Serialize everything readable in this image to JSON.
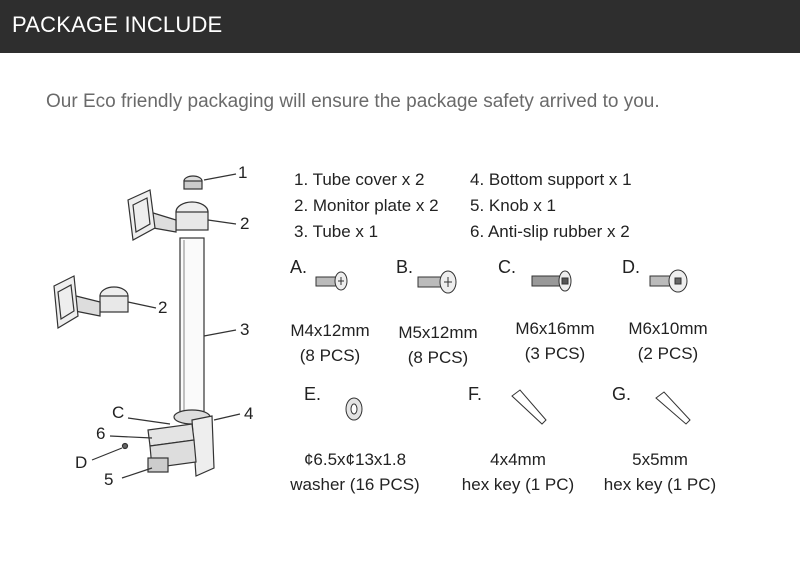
{
  "header": {
    "title": "PACKAGE INCLUDE"
  },
  "subtitle": "Our Eco friendly packaging will ensure the package safety arrived to you.",
  "callouts": [
    "1",
    "2",
    "2",
    "3",
    "4",
    "C",
    "6",
    "D",
    "5"
  ],
  "parts_list": {
    "col1": [
      "1. Tube cover x 2",
      "2. Monitor plate x 2",
      "3. Tube x 1"
    ],
    "col2": [
      "4. Bottom support x 1",
      "5. Knob x 1",
      "6. Anti-slip rubber x 2"
    ]
  },
  "hardware": [
    {
      "letter": "A.",
      "size": "M4x12mm",
      "qty": "(8 PCS)"
    },
    {
      "letter": "B.",
      "size": "M5x12mm",
      "qty": "(8 PCS)"
    },
    {
      "letter": "C.",
      "size": "M6x16mm",
      "qty": "(3 PCS)"
    },
    {
      "letter": "D.",
      "size": "M6x10mm",
      "qty": "(2 PCS)"
    },
    {
      "letter": "E.",
      "size": "¢6.5x¢13x1.8",
      "qty": "washer (16 PCS)"
    },
    {
      "letter": "F.",
      "size": "4x4mm",
      "qty": "hex key (1 PC)"
    },
    {
      "letter": "G.",
      "size": "5x5mm",
      "qty": "hex key (1 PC)"
    }
  ]
}
